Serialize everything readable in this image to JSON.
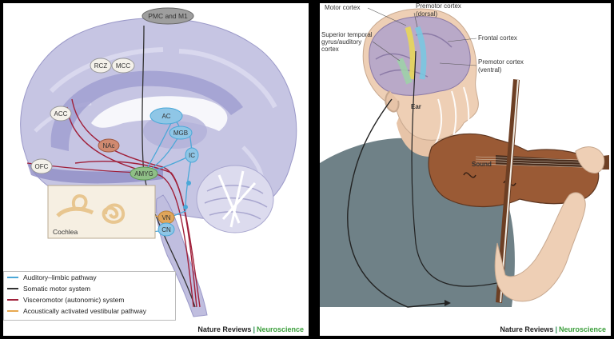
{
  "left": {
    "labels": {
      "pmc": "PMC and M1",
      "rcz": "RCZ",
      "mcc": "MCC",
      "acc": "ACC",
      "ofc": "OFC",
      "nac": "NAc",
      "ac": "AC",
      "mgb": "MGB",
      "ic": "IC",
      "amyg": "AMYG",
      "vn": "VN",
      "cn": "CN",
      "cochlea": "Cochlea"
    },
    "legend": [
      {
        "label": "Auditory–limbic pathway",
        "color": "#4aa8d8"
      },
      {
        "label": "Somatic motor system",
        "color": "#333333"
      },
      {
        "label": "Visceromotor (autonomic) system",
        "color": "#a0203a"
      },
      {
        "label": "Acoustically activated vestibular pathway",
        "color": "#e8a850"
      }
    ],
    "footer": {
      "brand": "Nature Reviews",
      "sep": "|",
      "journal": "Neuroscience"
    }
  },
  "right": {
    "labels": {
      "motor": "Motor cortex",
      "premotor_dorsal_1": "Premotor cortex",
      "premotor_dorsal_2": "(dorsal)",
      "sup_temp_1": "Superior temporal",
      "sup_temp_2": "gyrus/auditory",
      "sup_temp_3": "cortex",
      "frontal": "Frontal cortex",
      "premotor_ventral_1": "Premotor cortex",
      "premotor_ventral_2": "(ventral)",
      "ear": "Ear",
      "sound": "Sound"
    },
    "footer": {
      "brand": "Nature Reviews",
      "sep": "|",
      "journal": "Neuroscience"
    }
  },
  "colors": {
    "brain": "#b9b8dc",
    "brain_dark": "#8f8cc4",
    "skin": "#eecfb5",
    "shirt": "#6f8187",
    "violin": "#9a5a35",
    "blue": "#4aa8d8",
    "red": "#a0203a",
    "orange": "#e8a850"
  }
}
